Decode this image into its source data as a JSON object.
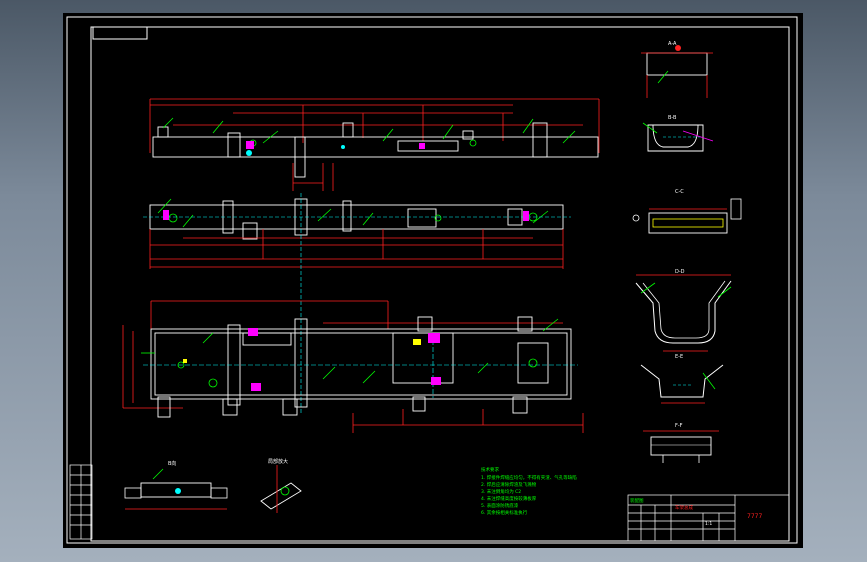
{
  "drawing": {
    "scale_label": "1:1",
    "notes_title": "技术要求",
    "notes": [
      "1. 焊接件焊缝应均匀，不得有夹渣、气孔等缺陷",
      "2. 焊后应清除焊渣及飞溅物",
      "3. 未注倒角均为 C2",
      "4. 未注焊缝高度按较薄板厚",
      "5. 表面涂防锈底漆",
      "6. 其余按相关标准执行",
      "7. 检验合格后方可装配"
    ],
    "title_block": {
      "drawing_name": "车架总成",
      "drawing_number": "7777",
      "header_label": "装配图"
    },
    "section_labels": [
      "A-A",
      "B-B",
      "C-C",
      "D-D",
      "E-E",
      "F-F"
    ],
    "detail_labels": [
      "B向",
      "局部放大"
    ]
  },
  "colors": {
    "background": "#000000",
    "border": "#ffffff",
    "outline": "#ffffff",
    "dimension": "#ff2020",
    "leader": "#00ff00",
    "centerline": "#00ffff",
    "hatch": "#ff00ff",
    "highlight": "#ffff00",
    "notes_text": "#00ff00"
  }
}
